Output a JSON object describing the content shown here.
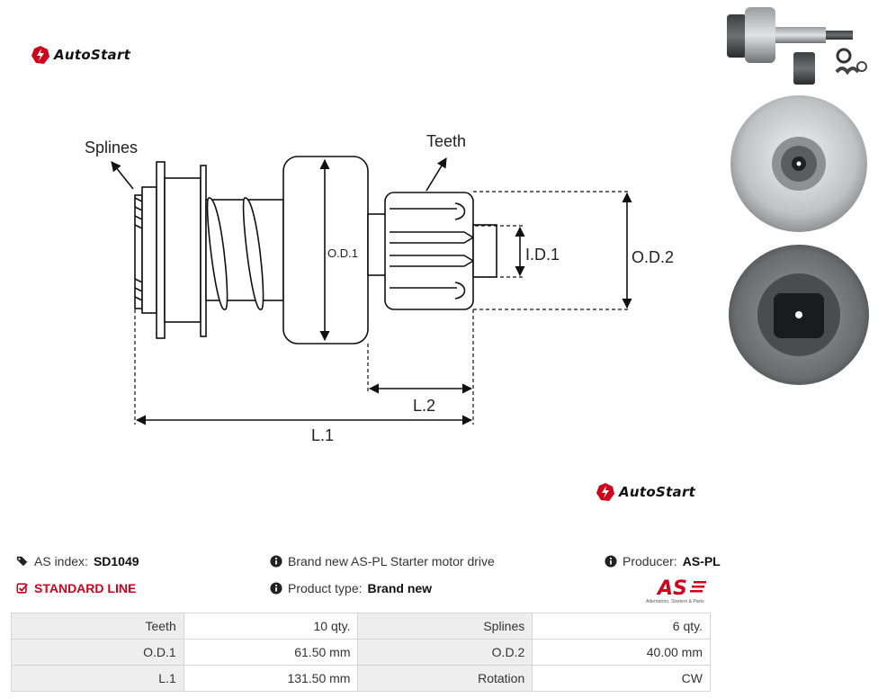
{
  "brand": {
    "logo_text": "AutoStart",
    "accent": "#d0021b"
  },
  "diagram": {
    "labels": {
      "splines": "Splines",
      "teeth": "Teeth",
      "od1": "O.D.1",
      "id1": "I.D.1",
      "od2": "O.D.2",
      "l2": "L.2",
      "l1": "L.1"
    }
  },
  "info": {
    "as_index_label": "AS index:",
    "as_index_value": "SD1049",
    "line": "STANDARD LINE",
    "description": "Brand new AS-PL Starter motor drive",
    "product_type_label": "Product type:",
    "product_type_value": "Brand new",
    "producer_label": "Producer:",
    "producer_value": "AS-PL"
  },
  "as_logo": {
    "text": "AS",
    "tagline": "Alternators, Starters & Parts"
  },
  "specs": [
    {
      "label": "Teeth",
      "value": "10 qty.",
      "label2": "Splines",
      "value2": "6 qty."
    },
    {
      "label": "O.D.1",
      "value": "61.50 mm",
      "label2": "O.D.2",
      "value2": "40.00 mm"
    },
    {
      "label": "L.1",
      "value": "131.50 mm",
      "label2": "Rotation",
      "value2": "CW"
    }
  ]
}
